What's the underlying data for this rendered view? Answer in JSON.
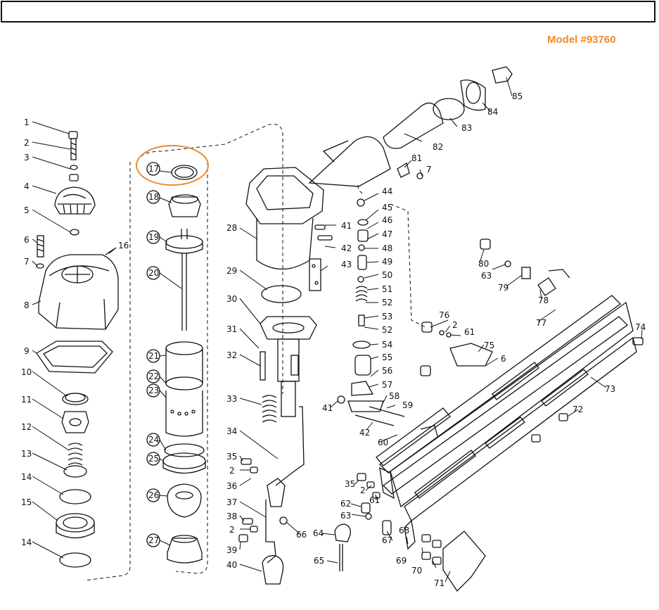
{
  "header": {
    "title_box": ""
  },
  "model_label": "Model #93760",
  "highlight_color": "#f08a2e",
  "labels": {
    "l1": "1",
    "l2": "2",
    "l3": "3",
    "l4": "4",
    "l5": "5",
    "l6": "6",
    "l7": "7",
    "l8": "8",
    "l9": "9",
    "l10": "10",
    "l11": "11",
    "l12": "12",
    "l13": "13",
    "l14": "14",
    "l15": "15",
    "l14b": "14",
    "l16": "16",
    "l17": "17",
    "l18": "18",
    "l19": "19",
    "l20": "20",
    "l21": "21",
    "l22": "22",
    "l23": "23",
    "l24": "24",
    "l25": "25",
    "l26": "26",
    "l27": "27",
    "l28": "28",
    "l29": "29",
    "l30": "30",
    "l31": "31",
    "l32": "32",
    "l33": "33",
    "l34": "34",
    "l35": "35",
    "l2b": "2",
    "l36": "36",
    "l37": "37",
    "l38": "38",
    "l2c": "2",
    "l39": "39",
    "l40": "40",
    "l41": "41",
    "l42": "42",
    "l43": "43",
    "l44": "44",
    "l45": "45",
    "l46": "46",
    "l47": "47",
    "l48": "48",
    "l49": "49",
    "l50": "50",
    "l51": "51",
    "l52": "52",
    "l53": "53",
    "l52b": "52",
    "l54": "54",
    "l55": "55",
    "l56": "56",
    "l57": "57",
    "l41b": "41",
    "l58": "58",
    "l59": "59",
    "l42b": "42",
    "l60": "60",
    "l81": "81",
    "l7b": "7",
    "l82": "82",
    "l83": "83",
    "l84": "84",
    "l85": "85",
    "l80": "80",
    "l63": "63",
    "l79": "79",
    "l78": "78",
    "l77": "77",
    "l76": "76",
    "l2d": "2",
    "l61": "61",
    "l75": "75",
    "l6b": "6",
    "l74": "74",
    "l73": "73",
    "l72": "72",
    "l35b": "35",
    "l2e": "2",
    "l61b": "61",
    "l62": "62",
    "l63b": "63",
    "l64": "64",
    "l67": "67",
    "l68": "68",
    "l69": "69",
    "l70": "70",
    "l71": "71",
    "l65": "65",
    "l66": "66"
  }
}
